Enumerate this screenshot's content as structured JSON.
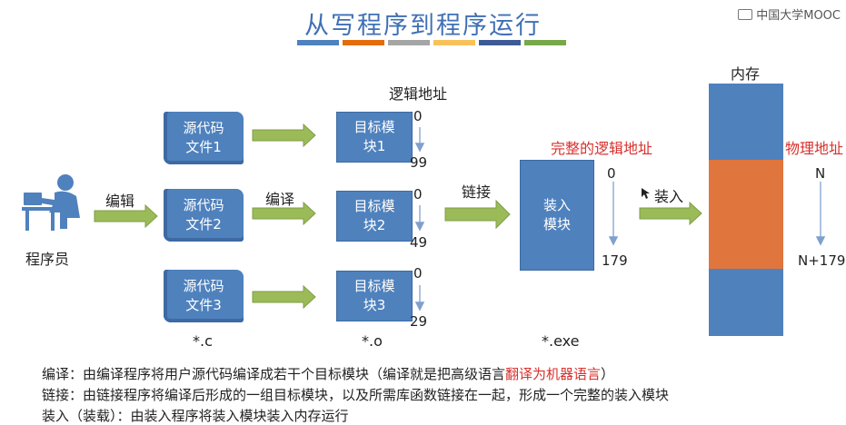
{
  "title": "从写程序到程序运行",
  "brand": "中国大学MOOC",
  "title_bar_colors": [
    "#4f81bd",
    "#e46c0a",
    "#a5a5a5",
    "#f9c15a",
    "#3d5a96",
    "#77a84a"
  ],
  "programmer_label": "程序员",
  "edit_label": "编辑",
  "compile_label": "编译",
  "link_label": "链接",
  "load_label": "装入",
  "logical_address_label": "逻辑地址",
  "complete_logical_label": "完整的逻辑地址",
  "physical_address_label": "物理地址",
  "memory_label": "内存",
  "source_files": [
    {
      "line1": "源代码",
      "line2": "文件1"
    },
    {
      "line1": "源代码",
      "line2": "文件2"
    },
    {
      "line1": "源代码",
      "line2": "文件3"
    }
  ],
  "modules": [
    {
      "line1": "目标模",
      "line2": "块1",
      "start": "0",
      "end": "99"
    },
    {
      "line1": "目标模",
      "line2": "块2",
      "start": "0",
      "end": "49"
    },
    {
      "line1": "目标模",
      "line2": "块3",
      "start": "0",
      "end": "29"
    }
  ],
  "load_module": {
    "line1": "装入",
    "line2": "模块",
    "start": "0",
    "end": "179"
  },
  "physical": {
    "start": "N",
    "end": "N+179"
  },
  "ext_c": "*.c",
  "ext_o": "*.o",
  "ext_exe": "*.exe",
  "colors": {
    "blue": "#4f81bd",
    "orange": "#e0763d",
    "arrow_green": "#9bbb59",
    "red": "#d9302c",
    "title_blue": "#3f6fb5"
  },
  "explanations": {
    "compile_prefix": "编译：由编译程序将用户源代码编译成若干个目标模块（编译就是把高级语言",
    "compile_red": "翻译为机器语言",
    "compile_suffix": "）",
    "link": "链接：由链接程序将编译后形成的一组目标模块，以及所需库函数链接在一起，形成一个完整的装入模块",
    "load": "装入（装载）：由装入程序将装入模块装入内存运行"
  }
}
